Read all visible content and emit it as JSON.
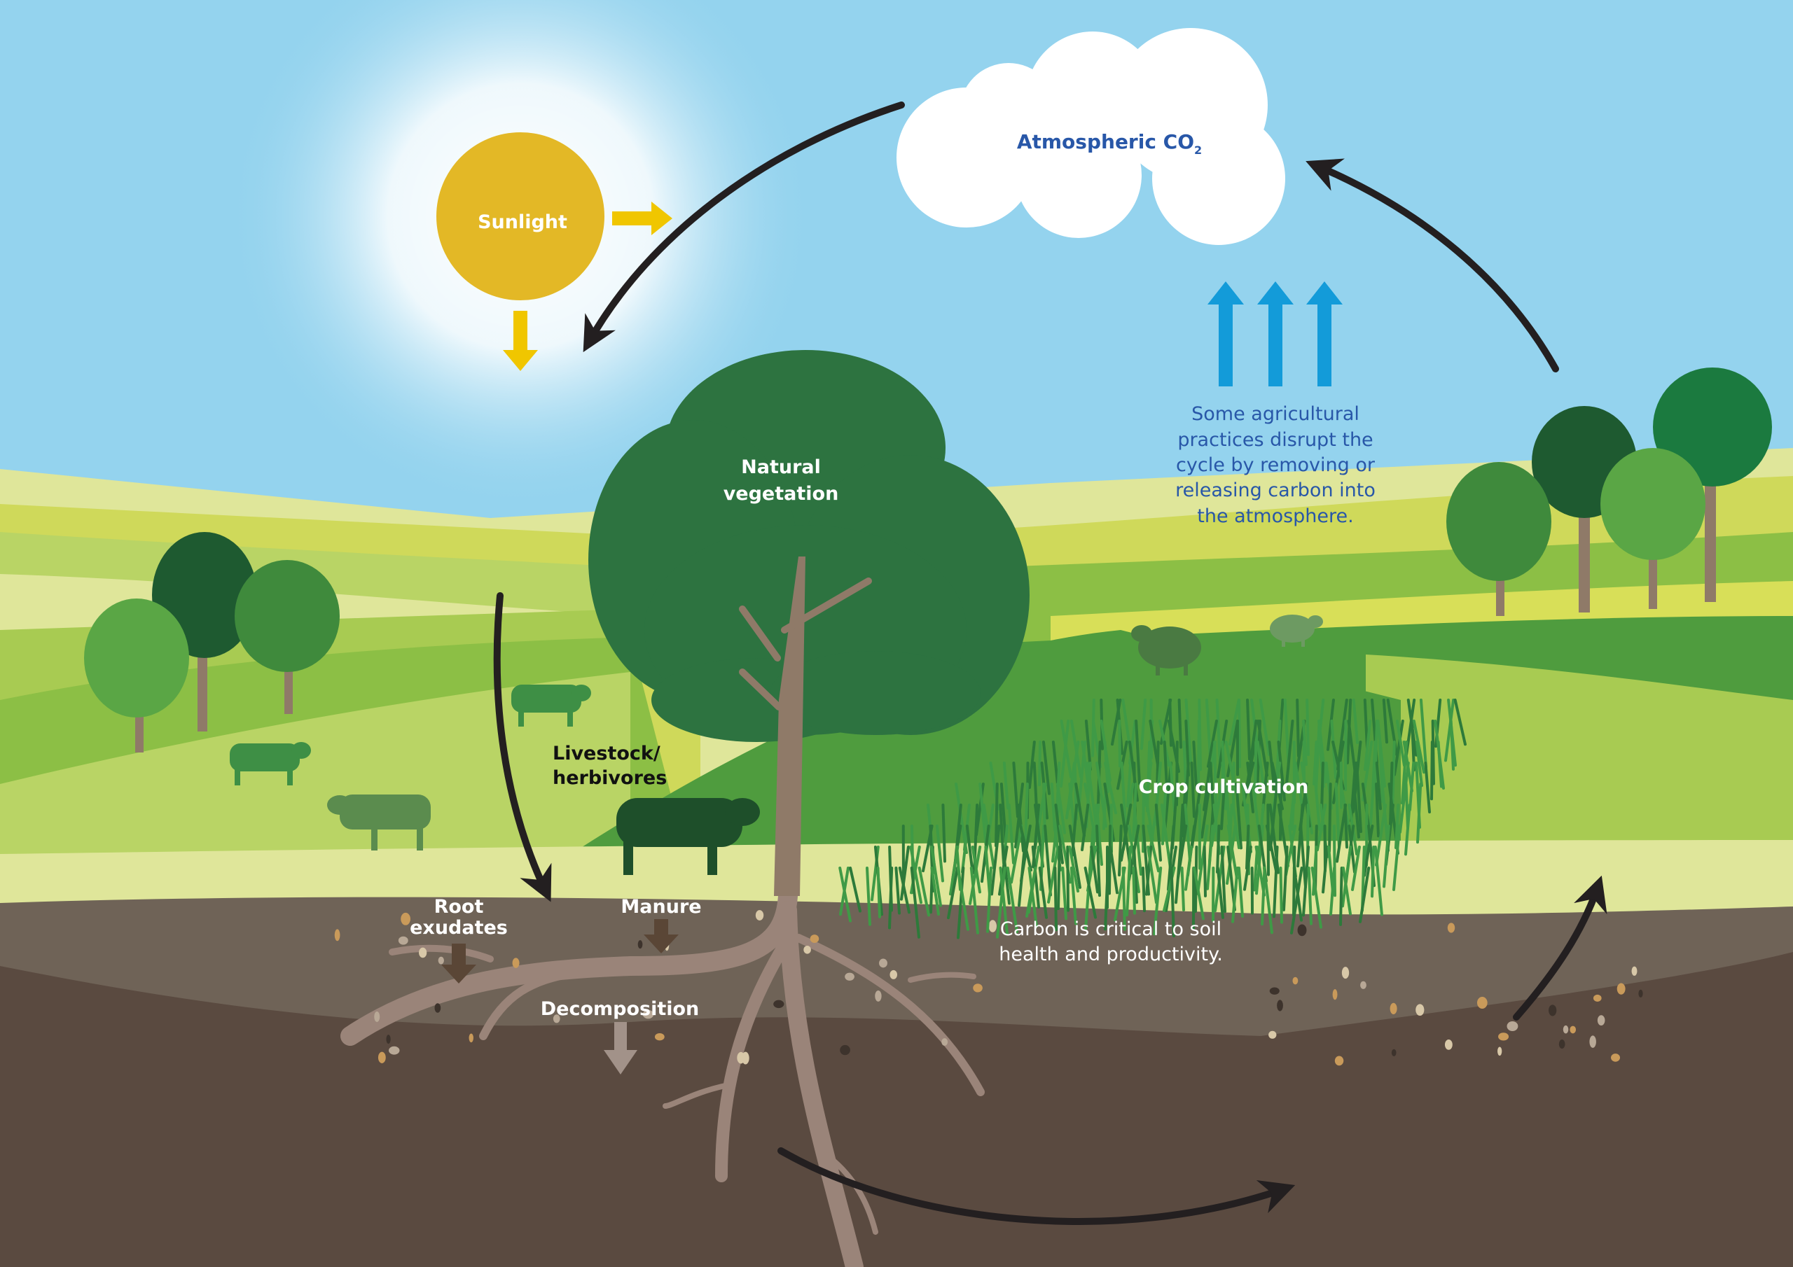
{
  "labels": {
    "sunlight": "Sunlight",
    "atmospheric_co2": "Atmospheric CO",
    "co2_subscript": "2",
    "disrupt_text": [
      "Some agricultural",
      "practices disrupt the",
      "cycle by removing or",
      "releasing carbon into",
      "the atmosphere."
    ],
    "natural_vegetation": [
      "Natural",
      "vegetation"
    ],
    "livestock": [
      "Livestock/",
      "herbivores"
    ],
    "crop_cultivation": "Crop cultivation",
    "root_exudates": [
      "Root",
      "exudates"
    ],
    "manure": "Manure",
    "decomposition": "Decomposition",
    "soil_text": [
      "Carbon is critical to soil",
      "health and productivity."
    ]
  },
  "colors": {
    "sky": "#94d3ee",
    "sun": "#e3b826",
    "sun_arrow": "#f0c600",
    "blue_arrow": "#139bd9",
    "text_blue": "#2857a8",
    "tree": "#2d7340",
    "soil_top": "#6f6357",
    "soil_deep": "#5a4a40",
    "root": "#9a8479",
    "cycle_arrow": "#231f20"
  }
}
